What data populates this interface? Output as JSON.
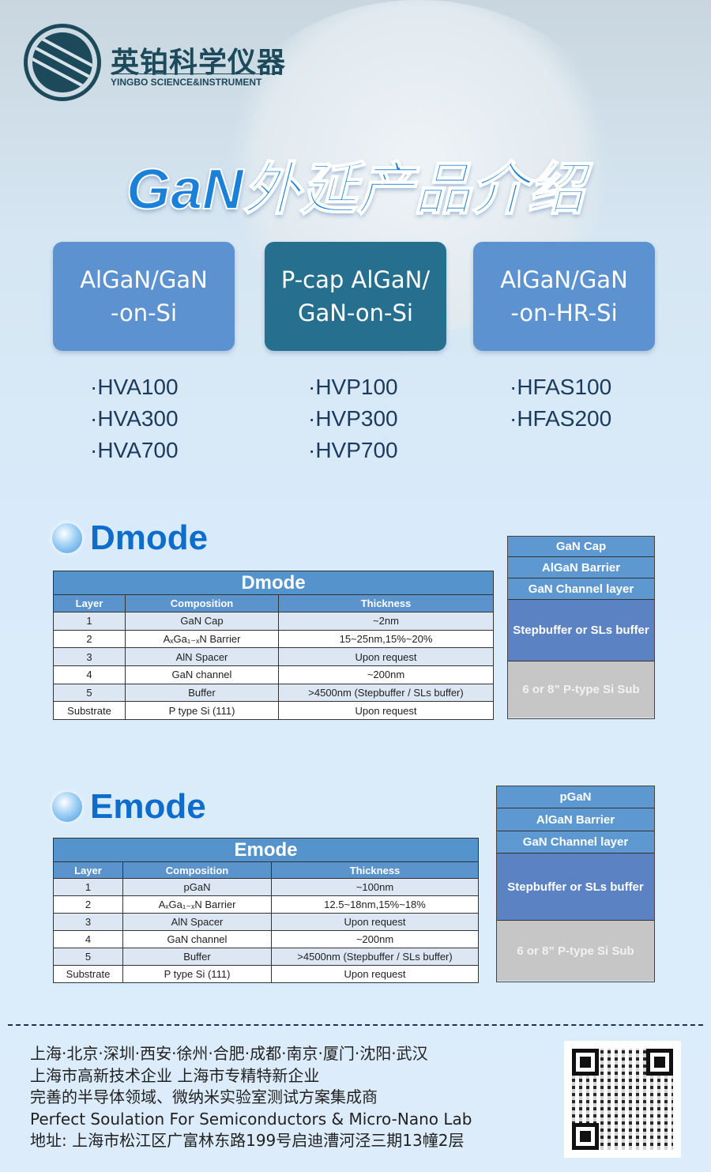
{
  "brand": {
    "cn": "英铂科学仪器",
    "en": "YINGBO SCIENCE&INSTRUMENT"
  },
  "title": "GaN外延产品介绍",
  "categories": [
    {
      "label": "AlGaN/GaN\n-on-Si",
      "products": [
        "·HVA100",
        "·HVA300",
        "·HVA700"
      ]
    },
    {
      "label": "P-cap  AlGaN/\nGaN-on-Si",
      "products": [
        "·HVP100",
        "·HVP300",
        "·HVP700"
      ]
    },
    {
      "label": "AlGaN/GaN\n-on-HR-Si",
      "products": [
        "·HFAS100",
        "·HFAS200"
      ]
    }
  ],
  "dmode": {
    "heading": "Dmode",
    "table_title": "Dmode",
    "headers": [
      "Layer",
      "Composition",
      "Thickness"
    ],
    "rows": [
      [
        "1",
        "GaN Cap",
        "~2nm"
      ],
      [
        "2",
        "AₓGa₁₋ₓN Barrier",
        "15~25nm,15%~20%"
      ],
      [
        "3",
        "AlN Spacer",
        "Upon request"
      ],
      [
        "4",
        "GaN channel",
        "~200nm"
      ],
      [
        "5",
        "Buffer",
        ">4500nm  (Stepbuffer / SLs buffer)"
      ],
      [
        "Substrate",
        "P type Si  (111)",
        "Upon request"
      ]
    ],
    "stack": [
      "GaN Cap",
      "AlGaN Barrier",
      "GaN Channel layer",
      "Stepbuffer or SLs buffer",
      "6 or 8” P-type Si Sub"
    ]
  },
  "emode": {
    "heading": "Emode",
    "table_title": "Emode",
    "headers": [
      "Layer",
      "Composition",
      "Thickness"
    ],
    "rows": [
      [
        "1",
        "pGaN",
        "~100nm"
      ],
      [
        "2",
        "AₓGa₁₋ₓN Barrier",
        "12.5~18nm,15%~18%"
      ],
      [
        "3",
        "AlN Spacer",
        "Upon request"
      ],
      [
        "4",
        "GaN channel",
        "~200nm"
      ],
      [
        "5",
        "Buffer",
        ">4500nm  (Stepbuffer / SLs buffer)"
      ],
      [
        "Substrate",
        "P type Si  (111)",
        "Upon request"
      ]
    ],
    "stack": [
      "pGaN",
      "AlGaN Barrier",
      "GaN Channel layer",
      "Stepbuffer or SLs buffer",
      "6 or 8” P-type Si Sub"
    ]
  },
  "footer": [
    "上海·北京·深圳·西安·徐州·合肥·成都·南京·厦门·沈阳·武汉",
    "上海市高新技术企业   上海市专精特新企业",
    "完善的半导体领域、微纳米实验室测试方案集成商",
    "Perfect  Soulation For Semiconductors & Micro-Nano Lab",
    "地址: 上海市松江区广富林东路199号启迪漕河泾三期13幢2层"
  ]
}
